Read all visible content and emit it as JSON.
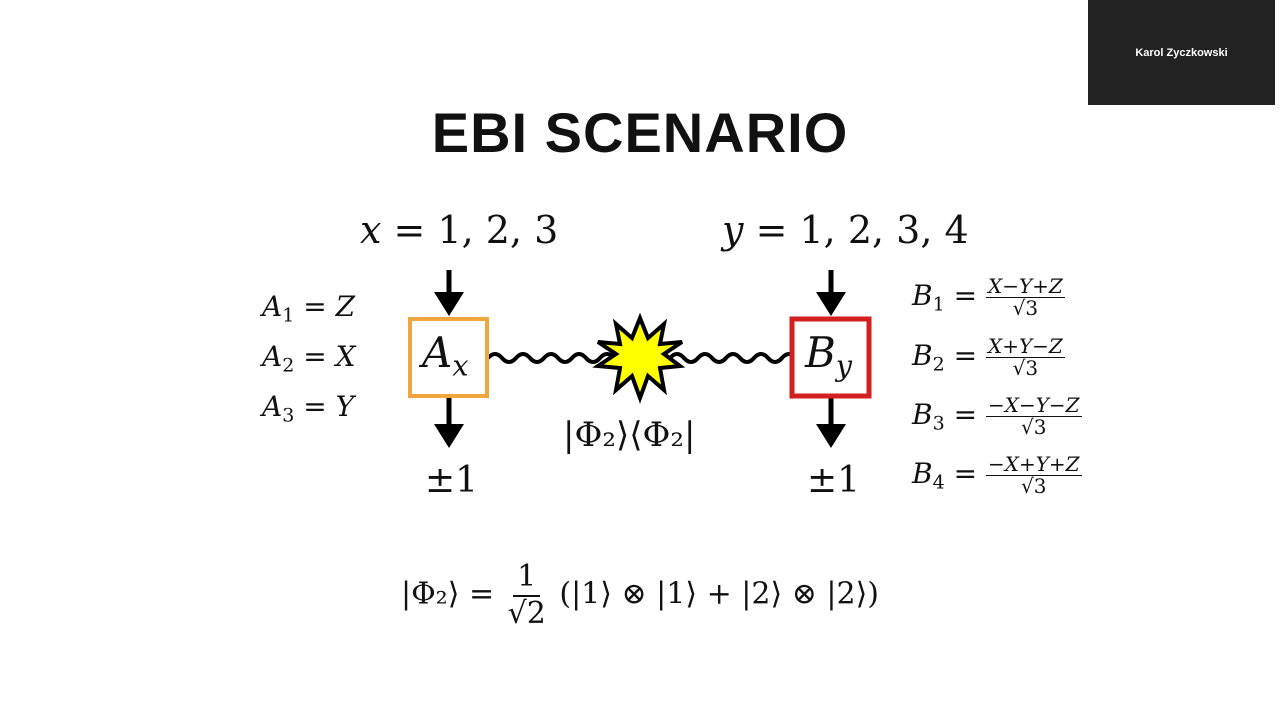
{
  "speaker": {
    "name": "Karol Zyczkowski"
  },
  "slide": {
    "title": "EBI SCENARIO",
    "alice": {
      "input_var": "x",
      "input_values": "= 1, 2, 3",
      "box_label": "A",
      "box_sub": "x",
      "box_color": "#f0a63c",
      "outcome": "±1",
      "observables": [
        {
          "name": "A",
          "index": "1",
          "eq": "=",
          "value": "Z"
        },
        {
          "name": "A",
          "index": "2",
          "eq": "=",
          "value": "X"
        },
        {
          "name": "A",
          "index": "3",
          "eq": "=",
          "value": "Y"
        }
      ]
    },
    "bob": {
      "input_var": "y",
      "input_values": "= 1, 2, 3, 4",
      "box_label": "B",
      "box_sub": "y",
      "box_color": "#d41f1f",
      "outcome": "±1",
      "observables": [
        {
          "name": "B",
          "index": "1",
          "eq": "=",
          "num": "X−Y+Z",
          "den": "√3"
        },
        {
          "name": "B",
          "index": "2",
          "eq": "=",
          "num": "X+Y−Z",
          "den": "√3"
        },
        {
          "name": "B",
          "index": "3",
          "eq": "=",
          "num": "−X−Y−Z",
          "den": "√3"
        },
        {
          "name": "B",
          "index": "4",
          "eq": "=",
          "num": "−X+Y+Z",
          "den": "√3"
        }
      ]
    },
    "source": {
      "state_label": "|Φ₂⟩⟨Φ₂|",
      "burst_color": "#ffff00"
    },
    "state_equation": {
      "lhs": "|Φ₂⟩ =",
      "frac_num": "1",
      "frac_den": "√2",
      "rhs": "(|1⟩ ⊗ |1⟩ + |2⟩ ⊗ |2⟩)"
    }
  }
}
